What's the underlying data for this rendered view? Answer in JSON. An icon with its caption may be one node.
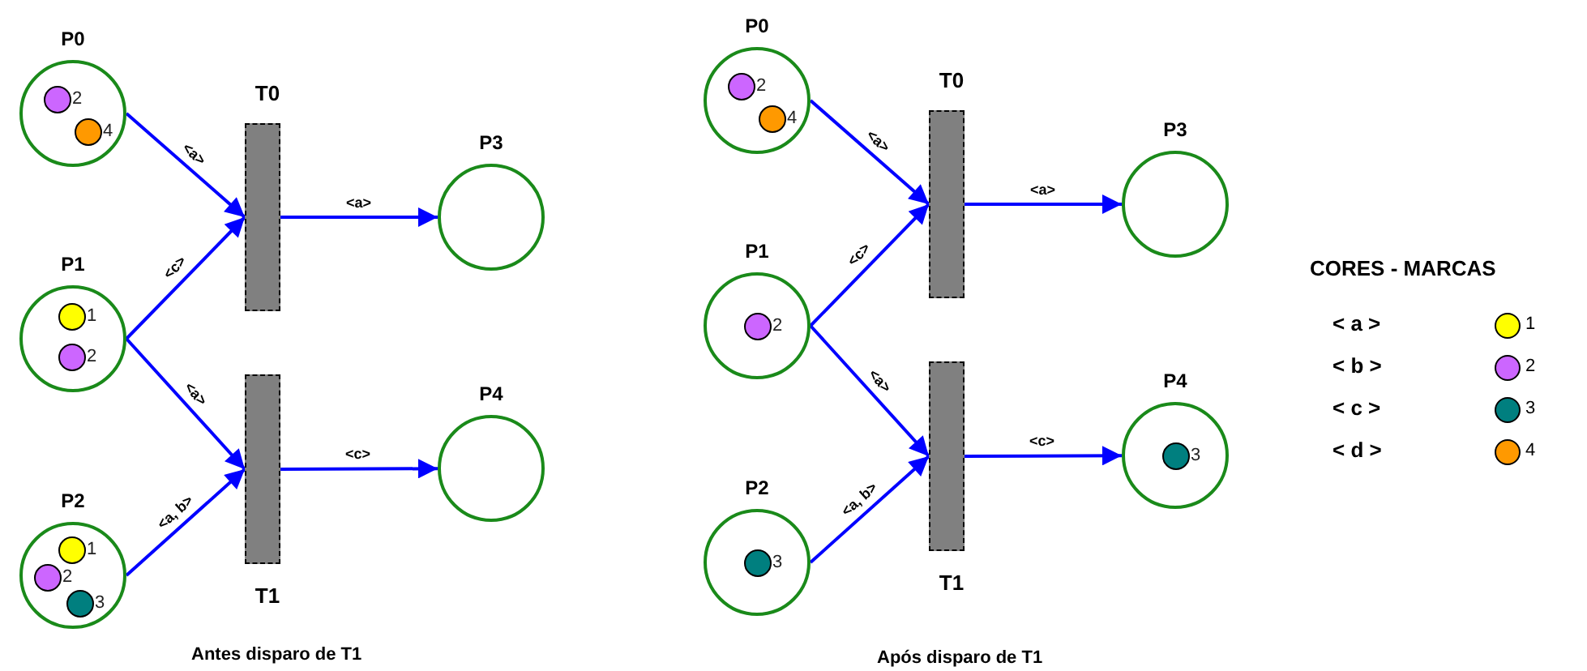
{
  "diagram": {
    "nodes": [
      {
        "text": [
          "P0"
        ]
      },
      {
        "text": [],
        "shape": "circle",
        "in": 0,
        "beside": [
          "2"
        ]
      },
      {
        "text": [],
        "shape": "circle",
        "in": 0,
        "beside": [
          "4"
        ]
      },
      {
        "text": [
          "T0"
        ]
      },
      {
        "text": [
          "P3"
        ]
      },
      {
        "text": [
          "P1"
        ]
      },
      {
        "text": [],
        "shape": "circle",
        "in": 5,
        "beside": [
          "1"
        ]
      },
      {
        "text": [],
        "shape": "circle",
        "in": 5,
        "beside": [
          "2"
        ]
      },
      {
        "text": [
          "T1"
        ]
      },
      {
        "text": [
          "P4"
        ]
      },
      {
        "text": [
          "P2"
        ]
      },
      {
        "text": [],
        "shape": "circle",
        "in": 10,
        "beside": [
          "1"
        ]
      },
      {
        "text": [],
        "shape": "circle",
        "in": 10,
        "beside": [
          "2"
        ]
      },
      {
        "text": [],
        "shape": "circle",
        "in": 10,
        "beside": [
          "3"
        ]
      },
      {
        "text": [
          "P0"
        ]
      },
      {
        "text": [],
        "shape": "circle",
        "in": 14,
        "beside": [
          "2"
        ]
      },
      {
        "text": [],
        "shape": "circle",
        "in": 14,
        "beside": [
          "4"
        ]
      },
      {
        "text": [
          "T0"
        ]
      },
      {
        "text": [
          "P3"
        ]
      },
      {
        "text": [
          "P1"
        ]
      },
      {
        "text": [],
        "shape": "circle",
        "in": 19,
        "beside": [
          "2"
        ]
      },
      {
        "text": [
          "T1"
        ]
      },
      {
        "text": [
          "P4"
        ]
      },
      {
        "text": [],
        "shape": "circle",
        "in": 22,
        "beside": [
          "3"
        ]
      },
      {
        "text": [
          "P2"
        ]
      },
      {
        "text": [],
        "shape": "circle",
        "in": 24,
        "beside": [
          "3"
        ]
      }
    ],
    "edges": [
      {
        "from": 0,
        "to": 3,
        "arrow": "to",
        "label": "<a>"
      },
      {
        "from": 5,
        "to": 3,
        "arrow": "to",
        "label": "<c>"
      },
      {
        "from": 3,
        "to": 4,
        "arrow": "to",
        "label": "<a>"
      },
      {
        "from": 5,
        "to": 8,
        "arrow": "to",
        "label": "<a>"
      },
      {
        "from": 10,
        "to": 8,
        "arrow": "to",
        "label": "<a, b>"
      },
      {
        "from": 8,
        "to": 9,
        "arrow": "to",
        "label": "<c>"
      },
      {
        "from": 14,
        "to": 17,
        "arrow": "to",
        "label": "<a>"
      },
      {
        "from": 19,
        "to": 17,
        "arrow": "to",
        "label": "<c>"
      },
      {
        "from": 17,
        "to": 18,
        "arrow": "to",
        "label": "<a>"
      },
      {
        "from": 19,
        "to": 21,
        "arrow": "to",
        "label": "<a>"
      },
      {
        "from": 24,
        "to": 21,
        "arrow": "to",
        "label": "<a, b>"
      },
      {
        "from": 21,
        "to": 22,
        "arrow": "to",
        "label": "<c>"
      }
    ],
    "labels": [
      "CORES - MARCAS",
      "1",
      "2",
      "3",
      "4",
      "Antes disparo de T1",
      "Após disparo de T1"
    ],
    "legend": [
      {
        "text": "< a >",
        "color": "#ffff00"
      },
      {
        "text": "< b >",
        "color": "#cc66ff"
      },
      {
        "text": "< c >",
        "color": "#007f7f"
      },
      {
        "text": "< d >",
        "color": "#ff9900"
      }
    ]
  }
}
